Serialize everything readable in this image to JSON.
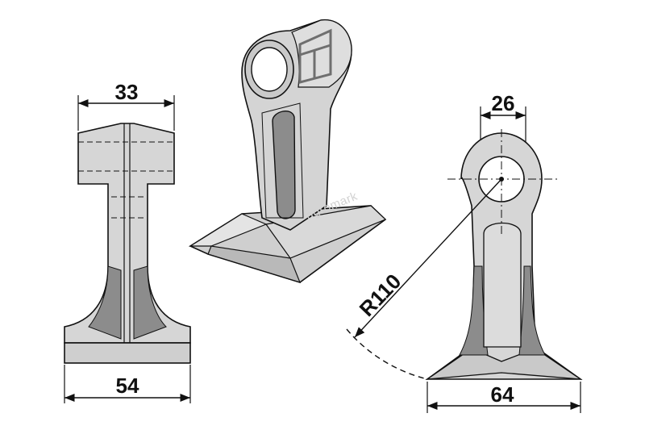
{
  "watermark": "agromark",
  "colors": {
    "background": "#ffffff",
    "steel_light": "#d9d9d9",
    "steel_mid": "#c4c4c4",
    "steel_dark": "#8a8a8a",
    "outline": "#111111"
  },
  "front_view": {
    "top_width_label": "33",
    "bottom_width_label": "54"
  },
  "side_view": {
    "bore_label": "26",
    "radius_label": "R110",
    "bottom_width_label": "64"
  }
}
